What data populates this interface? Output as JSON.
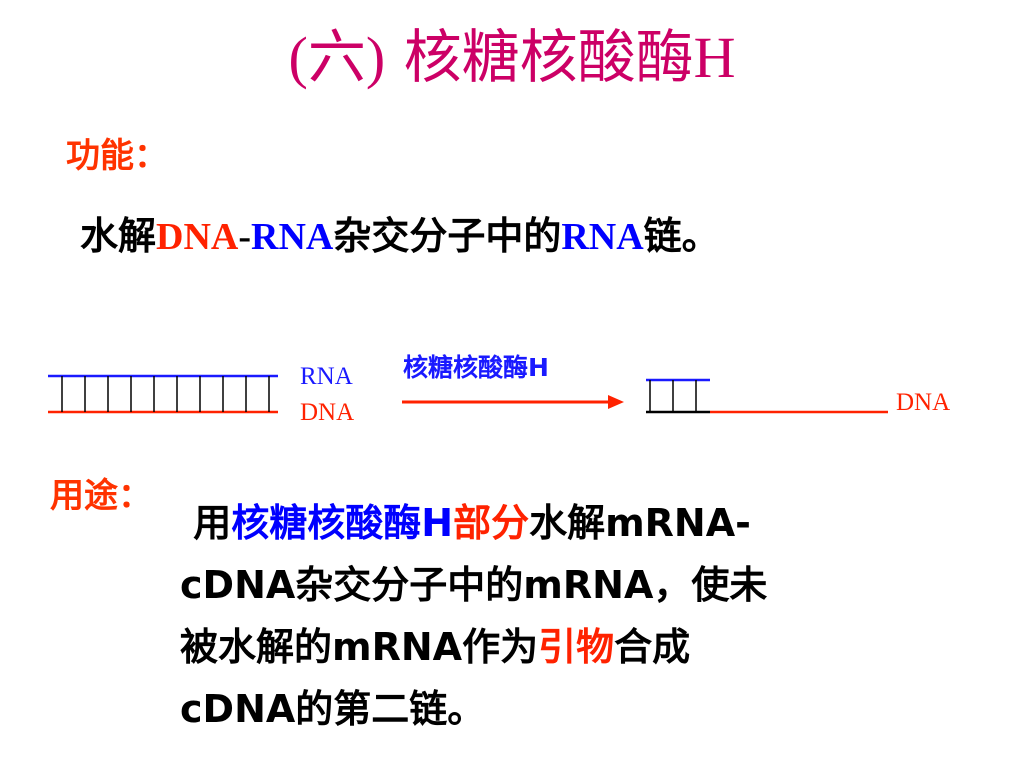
{
  "title": {
    "prefix": "(六)",
    "name": "核糖核酸酶",
    "suffix": "H"
  },
  "function": {
    "label": "功能：",
    "parts": {
      "p1": "水解",
      "p2": "DNA",
      "p3": "-",
      "p4": "RNA",
      "p5": "杂交分子中的",
      "p6": "RNA",
      "p7": "链。"
    }
  },
  "diagram": {
    "rna_label": "RNA",
    "dna_label": "DNA",
    "enzyme_label": "核糖核酸酶H",
    "product_dna_label": "DNA",
    "colors": {
      "rna": "#1a1aff",
      "dna": "#ff2200",
      "arrow": "#ff2200"
    }
  },
  "usage": {
    "label": "用途：",
    "line1": {
      "a": "用",
      "b": "核糖核酸酶H",
      "c": "部分",
      "d": "水解mRNA-"
    },
    "line2": "cDNA杂交分子中的mRNA，使未",
    "line3": {
      "a": "被水解的mRNA作为",
      "b": "引物",
      "c": "合成"
    },
    "line4": "cDNA的第二链。"
  }
}
